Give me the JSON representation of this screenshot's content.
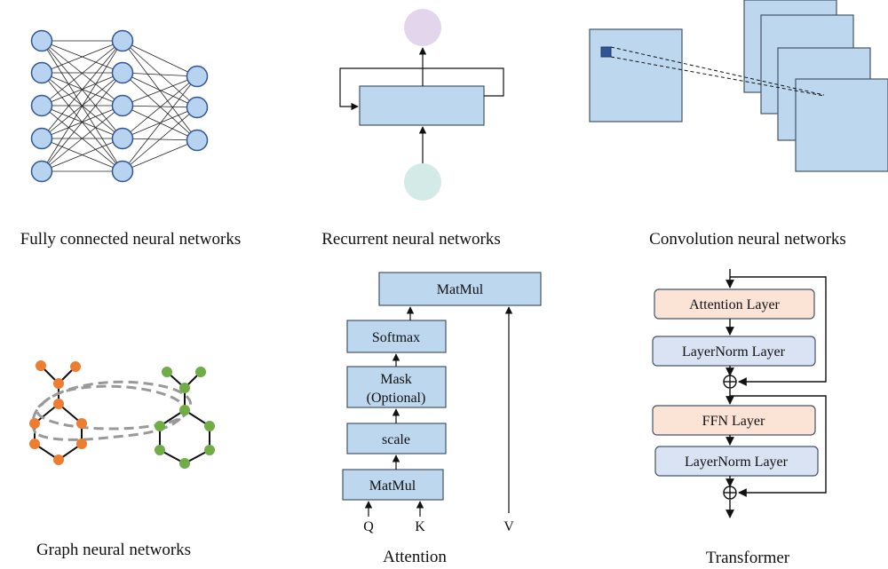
{
  "captions": {
    "fully_connected": "Fully connected neural networks",
    "recurrent": "Recurrent neural networks",
    "convolution": "Convolution neural networks",
    "graph": "Graph neural networks",
    "attention": "Attention",
    "transformer": "Transformer"
  },
  "attention": {
    "matmul_top": "MatMul",
    "softmax": "Softmax",
    "mask_line1": "Mask",
    "mask_line2": "(Optional)",
    "scale": "scale",
    "matmul_bottom": "MatMul",
    "q": "Q",
    "k": "K",
    "v": "V"
  },
  "transformer": {
    "attention_layer": "Attention Layer",
    "layernorm_1": "LayerNorm Layer",
    "ffn_layer": "FFN Layer",
    "layernorm_2": "LayerNorm Layer"
  },
  "colors": {
    "node_fill": "#b7d3ef",
    "box_fill": "#bdd7ee",
    "box_stroke": "#44546a",
    "rnn_output": "#e2d5ec",
    "rnn_input": "#d3eae6",
    "kernel": "#2f5597",
    "orange_node": "#ed7d31",
    "green_node": "#70ad47",
    "attention_layer_fill": "#fbe3d6",
    "layernorm_fill": "#dae3f3",
    "dashed": "#999999"
  }
}
